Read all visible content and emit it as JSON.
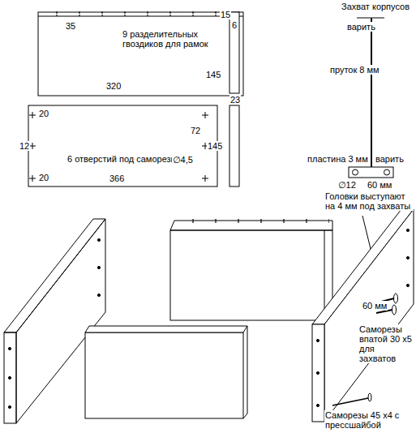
{
  "diagram": {
    "labels": [
      "35",
      "9 разделительных гвоздиков для рамок",
      "145",
      "320",
      "15",
      "6",
      "23",
      "20",
      "12",
      "20",
      "72",
      "145",
      "6 отверстий под саморезы",
      "∅4,5",
      "366",
      "Захват корпусов",
      "варить",
      "пруток 8 мм",
      "пластина 3 мм",
      "варить",
      "∅12",
      "60 мм",
      "Головки выступают на 4 мм под захваты",
      "60 мм",
      "Саморезы впатой 30 х5 для захватов",
      "Саморезы 45 х4 с прессшайбой"
    ]
  }
}
